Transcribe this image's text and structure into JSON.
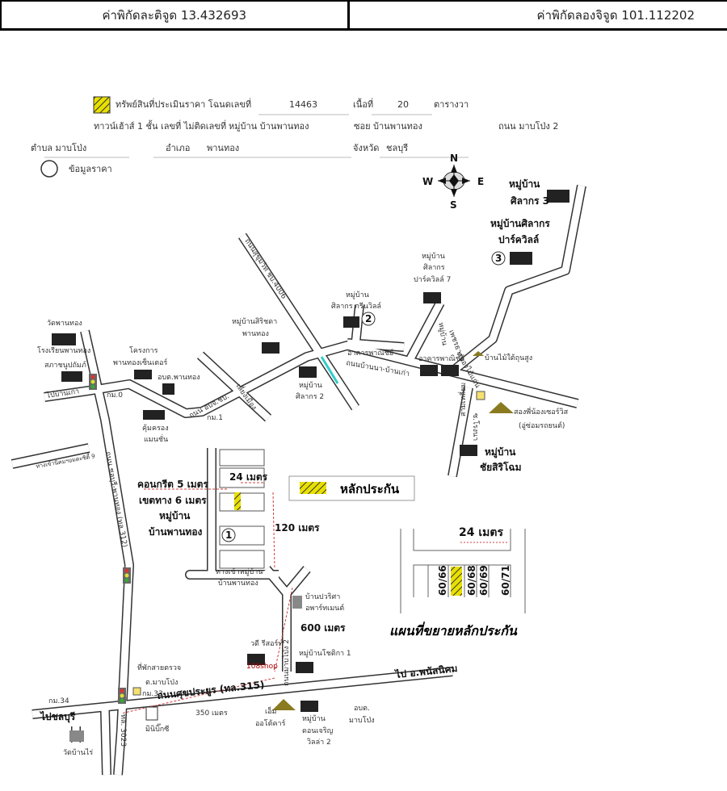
{
  "header": {
    "latitude": "ค่าพิกัดละติจูด 13.432693",
    "longitude": "ค่าพิกัดลองจิจูด 101.112202"
  },
  "info": {
    "legend_property": "ทรัพย์สินที่ประเมินราคา โฉนดเลขที่",
    "deed_no": "14463",
    "area_label": "เนื้อที่",
    "area": "20",
    "area_unit": "ตารางวา",
    "building": "ทาวน์เฮ้าส์ 1 ชั้น เลขที่ ไม่ติดเลขที่",
    "village": "หมู่บ้าน บ้านพานทอง",
    "soi": "ซอย บ้านพานทอง",
    "road": "ถนน มาบโป่ง 2",
    "tambon": "ตำบล มาบโป่ง",
    "amphoe_label": "อำเภอ",
    "amphoe": "พานทอง",
    "province_label": "จังหวัด",
    "province": "ชลบุรี",
    "legend_price": "ข้อมูลราคา"
  },
  "compass": {
    "n": "N",
    "s": "S",
    "e": "E",
    "w": "W"
  },
  "labels": {
    "wat_phanthong": "วัดพานทอง",
    "school": "โรงเรียนพานทอง",
    "sapha": "สภาชนูปถัมภ์",
    "project1": "โครงการ",
    "project2": "พานทองเซ็นเตอร์",
    "obt_phanthong": "อบต.พานทอง",
    "to_bankao": "ไปบ้านเก่า",
    "km0": "กม.0",
    "km1": "กม.1",
    "khum1": "คุ้มครอง",
    "khum2": "แมนชั่น",
    "road_obj": "ถนน อบจ.ชบ.",
    "bypass": "เลี่ยงเมือง",
    "sirichada1": "หมู่บ้านสิริชดา",
    "sirichada2": "พานทอง",
    "silakorn2a": "หมู่บ้าน",
    "silakorn2b": "ศิลากร 2",
    "road_sukhumvit": "ถนนสุขุมวิท ชบ.4006",
    "greenville1": "หมู่บ้าน",
    "greenville2": "ศิลากร กรีนวิลล์",
    "pv7a": "หมู่บ้าน",
    "pv7b": "ศิลากร",
    "pv7c": "ปาร์ควิลล์ 7",
    "commercial1": "อาคารพาณิชย์",
    "commercial2": "อาคารพาณิชย์",
    "road_banna": "ถนนบ้านนา-บ้านเก่า",
    "phetcharat1": "หมู่บ้าน",
    "phetcharat2": "เพชรธารา",
    "nongmaikaen": "หนองไม้แก่น",
    "baanmai": "บ้านไม้ใต้ถุนสูง",
    "silakorn3a": "หมู่บ้าน",
    "silakorn3b": "ศิลากร 3",
    "parkville1": "หมู่บ้านศิลากร",
    "parkville2": "ปาร์ควิลล์",
    "sam_nam": "สามเหลี่ยม",
    "soi_rongna": "ซ.โรงนา",
    "car1": "สองพี่น้องเซอร์วิส",
    "car2": "(อู่ซ่อมรถยนต์)",
    "chaisiri1": "หมู่บ้าน",
    "chaisiri2": "ชัยสิริโฉม",
    "nikhom": "ทางเข้านิคมฯอมตะซิตี้ 9",
    "road_312": "ถนน ชลบุรี-พานทอง (ทล.312)",
    "concrete": "คอนกรีต 5 เมตร",
    "rightofway": "เขตทาง 6 เมตร",
    "village1": "หมู่บ้าน",
    "village2": "บ้านพานทอง",
    "m24": "24 เมตร",
    "m120": "120 เมตร",
    "entry1": "ทางเข้าหมู่บ้าน",
    "entry2": "บ้านพานทอง",
    "collateral": "หลักประกัน",
    "apt1": "บ้านปวริศา",
    "apt2": "อพาร์ทเมนต์",
    "m600": "600 เมตร",
    "resort": "วดี รีสอร์ท",
    "shop": "108shop",
    "mabprong2": "ถนนมาบโป่ง 2",
    "chotika": "หมู่บ้านโชติกา 1",
    "police1": "ที่พักสายตรวจ",
    "police2": "ต.มาบโป่ง",
    "km34": "กม.34",
    "km33": "กม.33",
    "road_315": "ถนนศุขประยูร (ทล.315)",
    "to_phanat": "ไป อ.พนัสนิคม",
    "to_chonburi": "ไปชลบุรี",
    "road_3023": "ทล. 3023",
    "minibigc": "มินิบิ๊กซี",
    "m350": "350 เมตร",
    "mautocar1": "เอ็ม",
    "mautocar2": "ออโต้คาร์",
    "donjaroen1": "หมู่บ้าน",
    "donjaroen2": "ดอนเจริญ",
    "donjaroen3": "วิลล่า 2",
    "obt_mab1": "อบต.",
    "obt_mab2": "มาบโป่ง",
    "wat_banrai": "วัดบ้านไร่",
    "marker1": "1",
    "marker2": "2",
    "marker3": "3"
  },
  "inset": {
    "m24": "24 เมตร",
    "plots": [
      "60/66",
      "60/68",
      "60/69",
      "60/71"
    ],
    "title": "แผนที่ขยายหลักประกัน"
  },
  "colors": {
    "collateral": "#e8e000",
    "house": "#8a7a20",
    "water": "#33cccc",
    "dashed": "#d04040"
  }
}
